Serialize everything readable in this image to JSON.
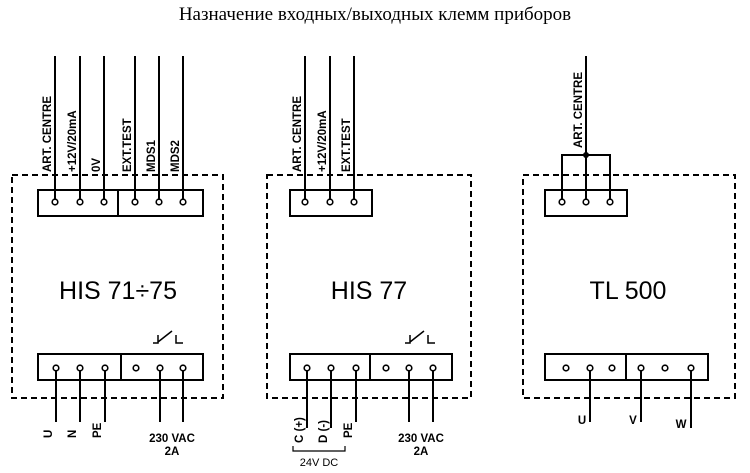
{
  "title": "Назначение входных/выходных клемм приборов",
  "devices": [
    {
      "name": "HIS 71÷75",
      "top_labels": [
        "ART. CENTRE",
        "+12V/20mA",
        "0V",
        "EXT.TEST",
        "MDS1",
        "MDS2"
      ],
      "bottom_labels": [
        "U",
        "N",
        "PE"
      ],
      "relay_label": "230 VAC",
      "relay_rating": "2A"
    },
    {
      "name": "HIS 77",
      "top_labels": [
        "ART. CENTRE",
        "+12V/20mA",
        "EXT.TEST"
      ],
      "bottom_labels": [
        "C (+)",
        "D (-)",
        "PE"
      ],
      "bracket_label": "24V DC",
      "relay_label": "230 VAC",
      "relay_rating": "2A"
    },
    {
      "name": "TL 500",
      "top_labels": [
        "ART. CENTRE"
      ],
      "bottom_labels": [
        "U",
        "V",
        "W"
      ]
    }
  ]
}
